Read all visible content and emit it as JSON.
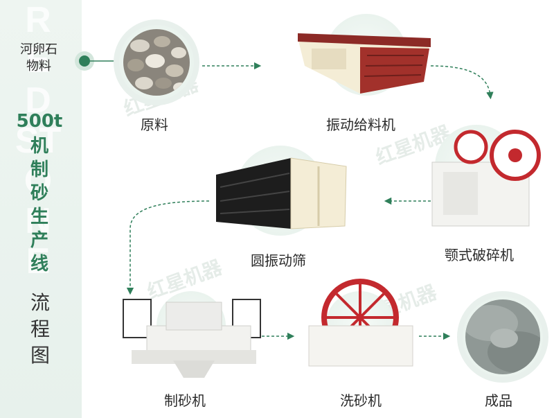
{
  "left_panel": {
    "input_label": "河卵石物料",
    "line_capacity": "500t",
    "line_name_chars": [
      "机",
      "制",
      "砂",
      "生",
      "产",
      "线"
    ],
    "process_chars": [
      "流",
      "程",
      "图"
    ],
    "vertical_watermark": "RED STONE"
  },
  "brand_watermark": "红星机器",
  "colors": {
    "accent_green": "#2f7f5a",
    "machine_red": "#c3292e",
    "machine_cream": "#f4edd6"
  },
  "steps": [
    {
      "id": "raw",
      "label": "原料",
      "icon": "pebbles-icon"
    },
    {
      "id": "feeder",
      "label": "振动给料机",
      "icon": "vibrating-feeder-icon"
    },
    {
      "id": "jaw",
      "label": "颚式破碎机",
      "icon": "jaw-crusher-icon"
    },
    {
      "id": "screen",
      "label": "圆振动筛",
      "icon": "vibrating-screen-icon"
    },
    {
      "id": "sandmaker",
      "label": "制砂机",
      "icon": "sand-making-machine-icon"
    },
    {
      "id": "washer",
      "label": "洗砂机",
      "icon": "sand-washer-icon"
    },
    {
      "id": "product",
      "label": "成品",
      "icon": "sand-product-icon"
    }
  ]
}
